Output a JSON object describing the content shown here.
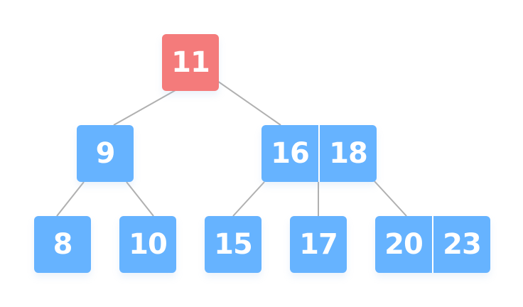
{
  "colors": {
    "root": "#f47b7b",
    "node": "#66b3ff",
    "edge": "#b0b0b0"
  },
  "tree": {
    "root": {
      "keys": [
        "11"
      ]
    },
    "level1": [
      {
        "keys": [
          "9"
        ]
      },
      {
        "keys": [
          "16",
          "18"
        ]
      }
    ],
    "level2": [
      {
        "keys": [
          "8"
        ]
      },
      {
        "keys": [
          "10"
        ]
      },
      {
        "keys": [
          "15"
        ]
      },
      {
        "keys": [
          "17"
        ]
      },
      {
        "keys": [
          "20",
          "23"
        ]
      }
    ]
  }
}
